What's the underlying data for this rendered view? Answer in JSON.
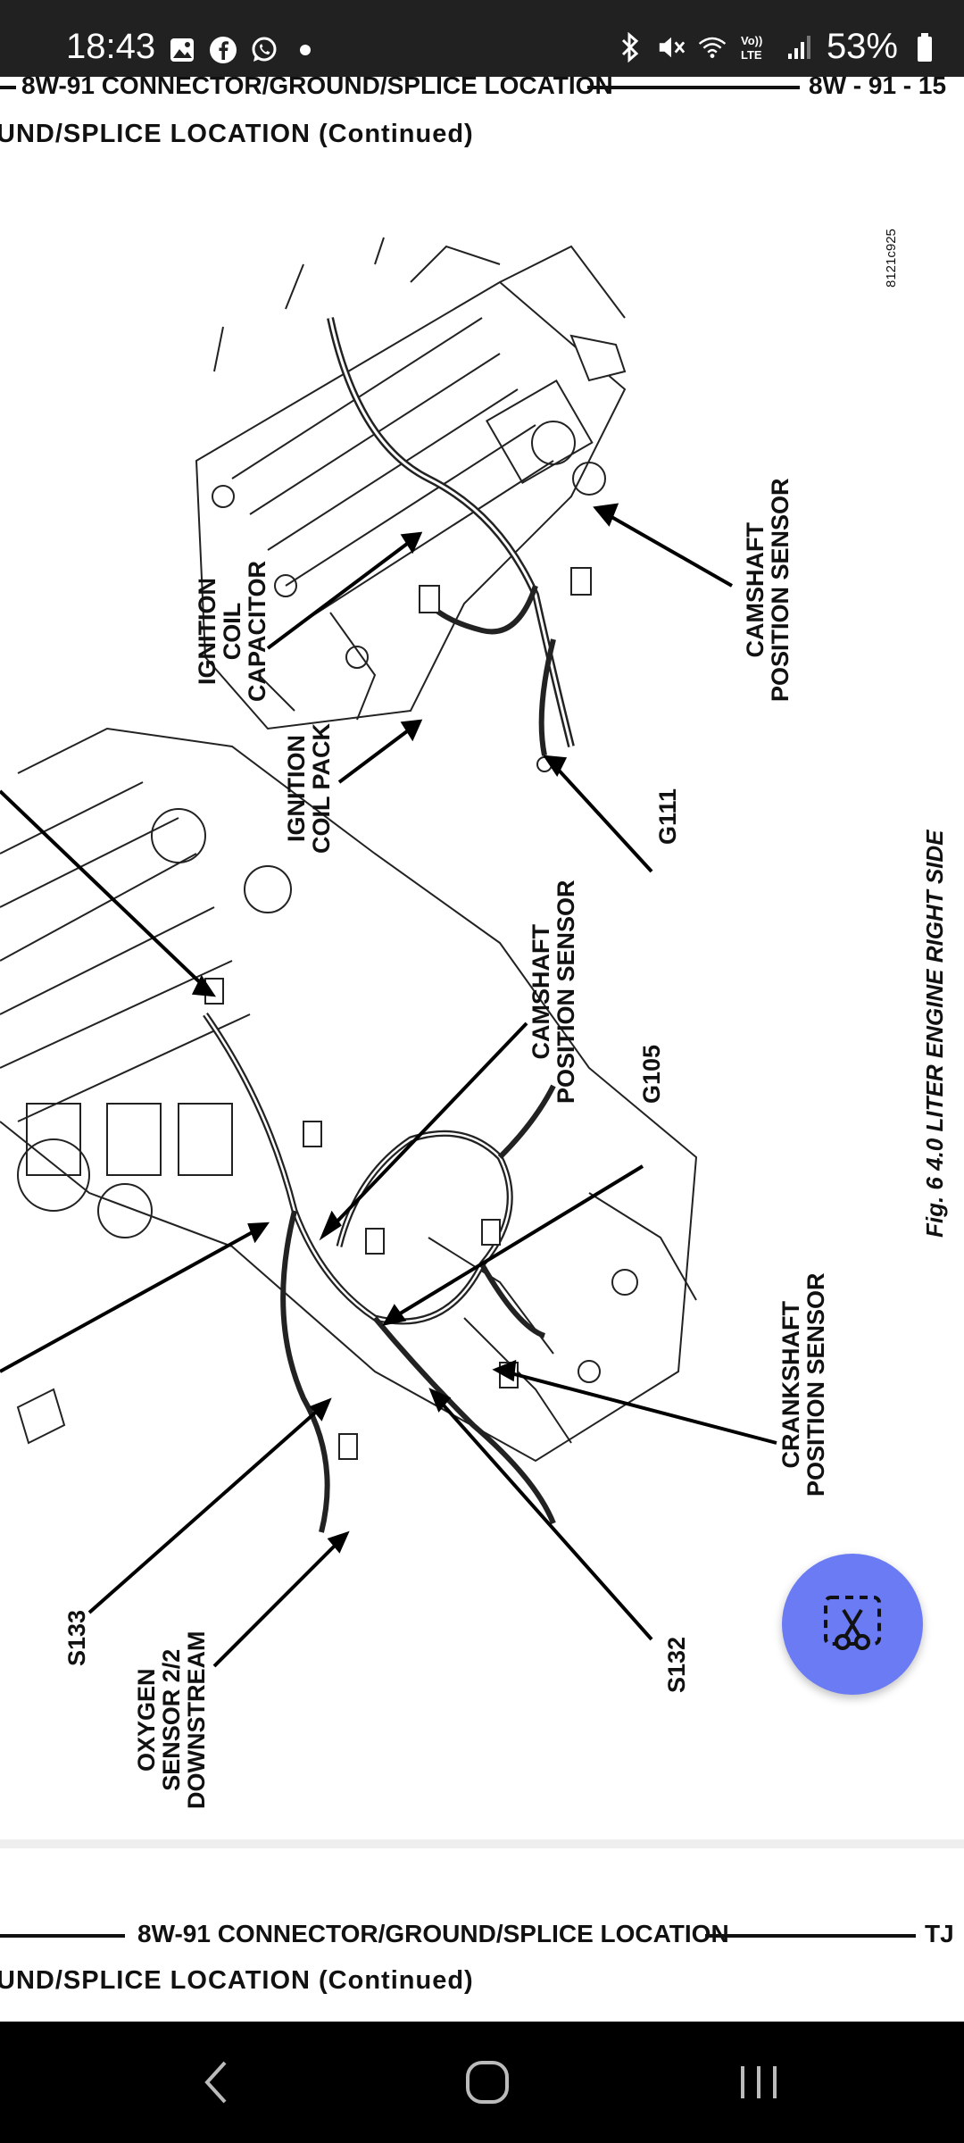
{
  "status_bar": {
    "time": "18:43",
    "battery": "53%",
    "icons_left": [
      "gallery-icon",
      "facebook-icon",
      "whatsapp-icon",
      "dot-icon"
    ],
    "icons_right": [
      "bluetooth-icon",
      "mute-icon",
      "wifi-icon",
      "volte-icon",
      "signal-icon",
      "battery-icon"
    ],
    "volte_label": "Vo)) LTE"
  },
  "page_top": {
    "header_title": "8W-91 CONNECTOR/GROUND/SPLICE LOCATION",
    "page_number": "8W - 91 - 15",
    "subtitle": "UND/SPLICE LOCATION (Continued)"
  },
  "figure": {
    "doc_id": "8121c925",
    "caption": "Fig. 6 4.0 LITER ENGINE RIGHT SIDE",
    "labels": {
      "camshaft_top": [
        "CAMSHAFT",
        "POSITION SENSOR"
      ],
      "ignition_capacitor": [
        "IGNITION",
        "COIL",
        "CAPACITOR"
      ],
      "ignition_pack": [
        "IGNITION",
        "COIL PACK"
      ],
      "g111": "G111",
      "camshaft_mid": [
        "CAMSHAFT",
        "POSITION SENSOR"
      ],
      "g105": "G105",
      "crankshaft": [
        "CRANKSHAFT",
        "POSITION SENSOR"
      ],
      "s132": "S132",
      "s133": "S133",
      "oxygen": [
        "OXYGEN",
        "SENSOR 2/2",
        "DOWNSTREAM"
      ]
    }
  },
  "page_bottom": {
    "header_title": "8W-91 CONNECTOR/GROUND/SPLICE LOCATION",
    "page_tag": "TJ",
    "subtitle": "UND/SPLICE LOCATION (Continued)"
  },
  "fab": {
    "icon": "screenshot-scissors-icon"
  },
  "nav_bar": {
    "buttons": [
      "back-icon",
      "home-icon",
      "recents-icon"
    ]
  }
}
